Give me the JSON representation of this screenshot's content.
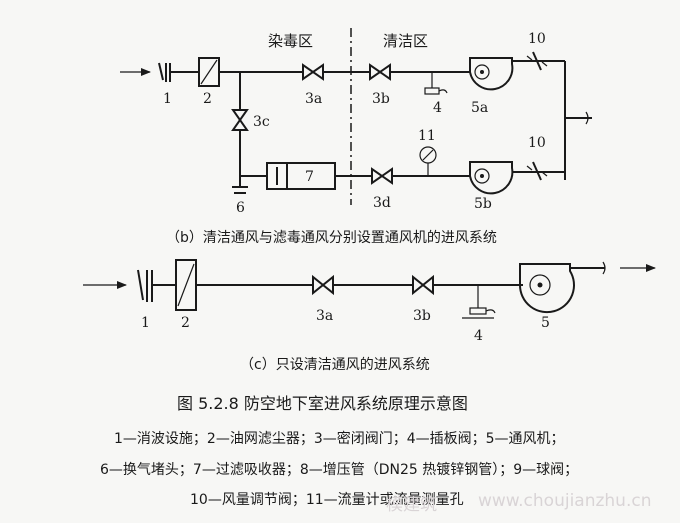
{
  "zones": {
    "left": "染毒区",
    "right": "清洁区"
  },
  "diagram_b": {
    "labels": {
      "n1": "1",
      "n2": "2",
      "n3a": "3a",
      "n3b": "3b",
      "n3c": "3c",
      "n3d": "3d",
      "n4": "4",
      "n5a": "5a",
      "n5b": "5b",
      "n6": "6",
      "n7": "7",
      "n10_top": "10",
      "n10_bot": "10",
      "n11": "11"
    },
    "caption": "（b）清洁通风与滤毒通风分别设置通风机的进风系统"
  },
  "diagram_c": {
    "labels": {
      "n1": "1",
      "n2": "2",
      "n3a": "3a",
      "n3b": "3b",
      "n4": "4",
      "n5": "5"
    },
    "caption": "（c）只设清洁通风的进风系统"
  },
  "figure_title": "图 5.2.8    防空地下室进风系统原理示意图",
  "legend": {
    "line1": "1—消波设施；2—油网滤尘器；3—密闭阀门；4—插板阀；5—通风机；",
    "line2": "6—换气堵头；7—过滤吸收器；8—增压管（DN25 热镀锌钢管）；9—球阀；",
    "line3": "10—风量调节阀；11—流量计或流量测量孔"
  },
  "watermark": {
    "part1": "模建筑",
    "part2": "www.choujianzhu.cn"
  },
  "colors": {
    "ink": "#1a1a1a",
    "background": "#f7f7f5",
    "watermark": "#d9d4d6"
  }
}
